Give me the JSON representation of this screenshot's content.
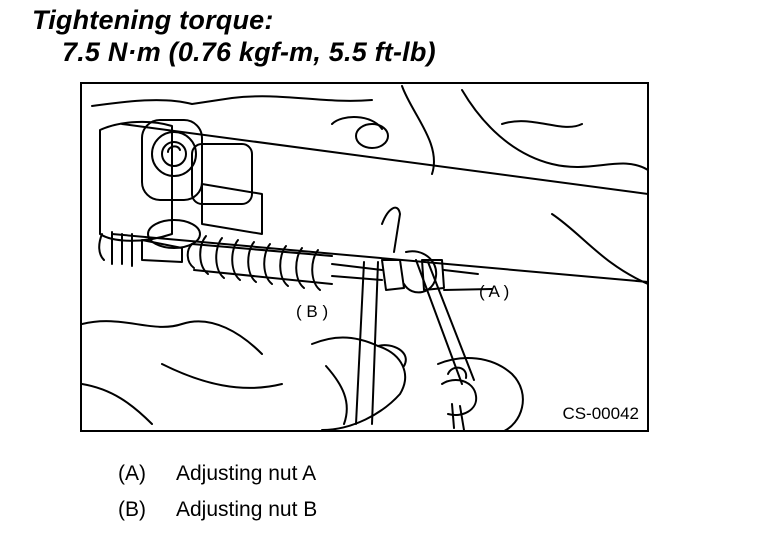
{
  "heading": {
    "title": "Tightening torque:",
    "value": "7.5 N·m (0.76 kgf-m, 5.5 ft-lb)"
  },
  "figure": {
    "label_a": "( A )",
    "label_b": "( B )",
    "code": "CS-00042"
  },
  "legend": [
    {
      "key": "(A)",
      "text": "Adjusting nut A"
    },
    {
      "key": "(B)",
      "text": "Adjusting nut B"
    }
  ]
}
